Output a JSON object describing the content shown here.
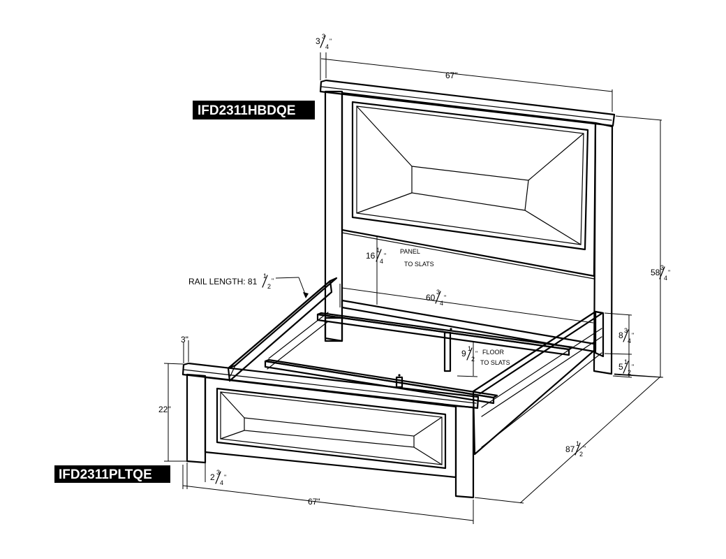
{
  "labels": {
    "headboard_code": "IFD2311HBDQE",
    "footboard_code": "IFD2311PLTQE"
  },
  "dimensions": {
    "hb_post_depth": {
      "whole": "3",
      "num": "3",
      "den": "4",
      "unit": "\""
    },
    "hb_width": "67\"",
    "hb_height": {
      "whole": "58",
      "num": "3",
      "den": "4",
      "unit": "\""
    },
    "panel_to_slats": {
      "whole": "16",
      "num": "1",
      "den": "4",
      "unit": "\""
    },
    "panel_to_slats_note_1": "PANEL",
    "panel_to_slats_note_2": "TO SLATS",
    "rail_length_label": "RAIL LENGTH: 81",
    "rail_length_frac": {
      "num": "1",
      "den": "2",
      "unit": "\""
    },
    "inner_width": {
      "whole": "60",
      "num": "3",
      "den": "4",
      "unit": "\""
    },
    "rail_height": {
      "whole": "8",
      "num": "3",
      "den": "4",
      "unit": "\""
    },
    "rail_clearance": {
      "whole": "5",
      "num": "1",
      "den": "2",
      "unit": "\""
    },
    "floor_to_slats": {
      "whole": "9",
      "num": "1",
      "den": "2",
      "unit": "\""
    },
    "floor_to_slats_note_1": "FLOOR",
    "floor_to_slats_note_2": "TO SLATS",
    "fb_cap": "3\"",
    "fb_height": "22\"",
    "fb_post": {
      "whole": "2",
      "num": "3",
      "den": "4",
      "unit": "\""
    },
    "fb_width": "67\"",
    "overall_length": {
      "whole": "87",
      "num": "1",
      "den": "2",
      "unit": "\""
    }
  }
}
